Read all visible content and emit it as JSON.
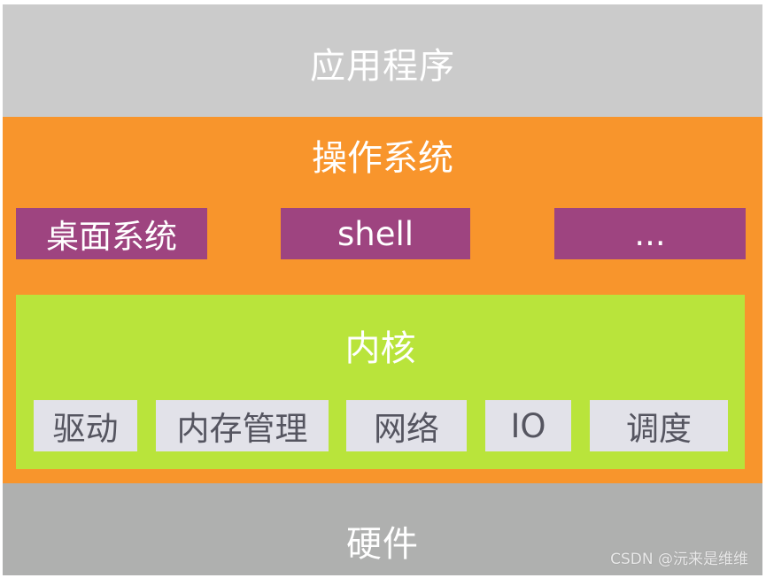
{
  "diagram": {
    "layers": {
      "application": {
        "label": "应用程序",
        "color": "#cbcbcb"
      },
      "operating_system": {
        "label": "操作系统",
        "color": "#f8952c",
        "components": [
          {
            "label": "桌面系统",
            "color": "#9e4480"
          },
          {
            "label": "shell",
            "color": "#9e4480"
          },
          {
            "label": "...",
            "color": "#9e4480"
          }
        ],
        "kernel": {
          "label": "内核",
          "color": "#b9e43b",
          "modules": [
            {
              "label": "驱动"
            },
            {
              "label": "内存管理"
            },
            {
              "label": "网络"
            },
            {
              "label": "IO"
            },
            {
              "label": "调度"
            }
          ]
        }
      },
      "hardware": {
        "label": "硬件",
        "color": "#afb0af"
      }
    }
  },
  "watermark": "CSDN @沅来是维维"
}
